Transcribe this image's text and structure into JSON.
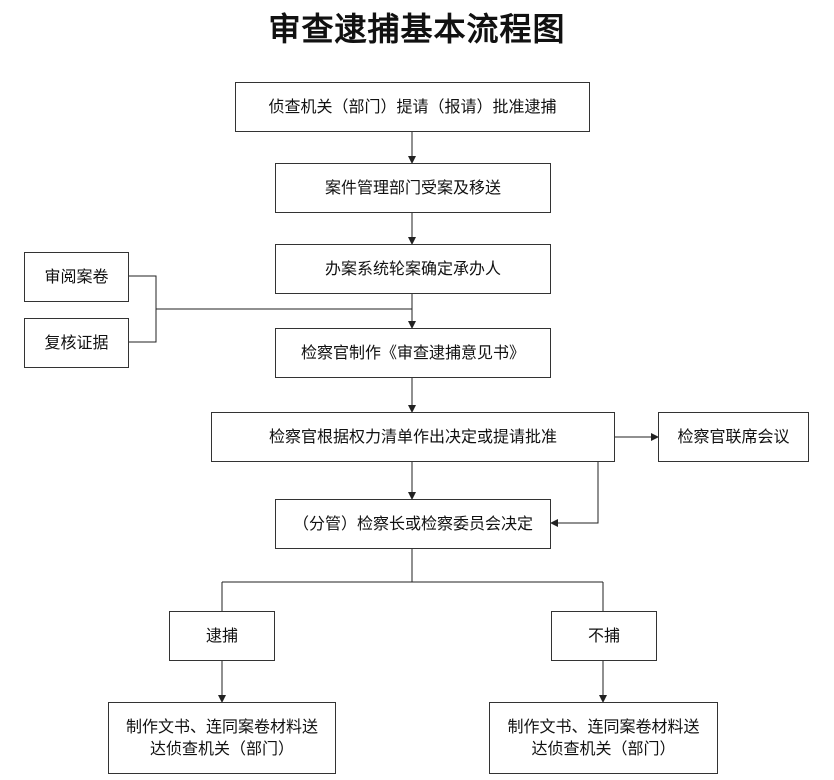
{
  "title": "审查逮捕基本流程图",
  "nodes": {
    "request": "侦查机关（部门）提请（报请）批准逮捕",
    "accept": "案件管理部门受案及移送",
    "assign": "办案系统轮案确定承办人",
    "review_file": "审阅案卷",
    "verify_evidence": "复核证据",
    "opinion": "检察官制作《审查逮捕意见书》",
    "decide": "检察官根据权力清单作出决定或提请批准",
    "joint_meeting": "检察官联席会议",
    "chief_decide": "（分管）检察长或检察委员会决定",
    "arrest": "逮捕",
    "no_arrest": "不捕",
    "send_arrest": "制作文书、连同案卷材料送达侦查机关（部门）",
    "send_no_arrest": "制作文书、连同案卷材料送达侦查机关（部门）"
  }
}
